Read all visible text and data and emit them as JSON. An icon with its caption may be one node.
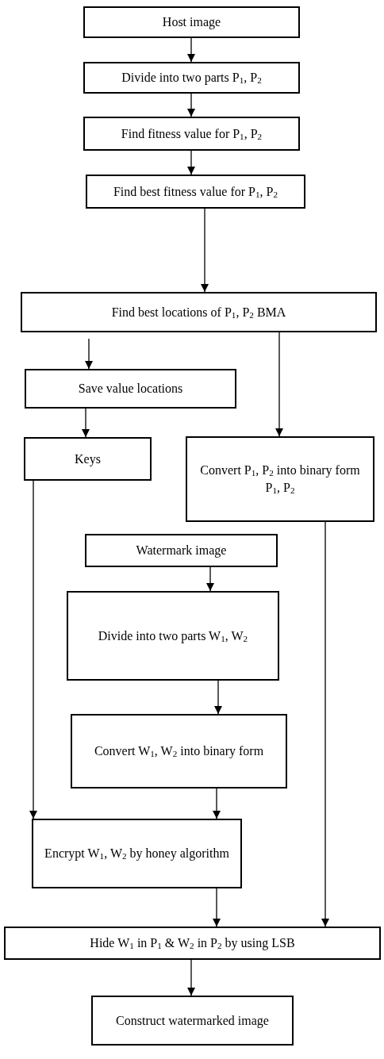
{
  "diagram": {
    "nodes": [
      {
        "text": [
          "Host image"
        ]
      },
      {
        "text": [
          "Divide into two parts P$_{1}$, P$_{2}$"
        ]
      },
      {
        "text": [
          "Find fitness value for P$_{1}$, P$_{2}$"
        ]
      },
      {
        "text": [
          "Find best fitness value for P$_{1}$, P$_{2}$"
        ]
      },
      {
        "text": [
          "Find best locations of P$_{1}$, P$_{2}$  BMA"
        ]
      },
      {
        "text": [
          "Save value locations"
        ]
      },
      {
        "text": [
          "Keys"
        ]
      },
      {
        "text": [
          "Convert P$_{1}$, P$_{2}$ into binary form P$_{1}$, P$_{2}$"
        ]
      },
      {
        "text": [
          "Watermark image"
        ]
      },
      {
        "text": [
          "Divide into two parts W$_{1}$, W$_{2}$"
        ]
      },
      {
        "text": [
          "Convert W$_{1}$, W$_{2}$ into binary form"
        ]
      },
      {
        "text": [
          "Encrypt W$_{1}$, W$_{2}$ by honey algorithm"
        ]
      },
      {
        "text": [
          "Hide W$_{1}$ in P$_{1}$ & W$_{2}$ in P$_{2}$ by using LSB"
        ]
      },
      {
        "text": [
          "Construct watermarked image"
        ]
      }
    ],
    "edges": [
      {
        "from": 0,
        "to": 1,
        "arrow": "to"
      },
      {
        "from": 1,
        "to": 2,
        "arrow": "to"
      },
      {
        "from": 2,
        "to": 3,
        "arrow": "to"
      },
      {
        "from": 3,
        "to": 4,
        "arrow": "to"
      },
      {
        "from": 4,
        "to": 5,
        "arrow": "to"
      },
      {
        "from": 4,
        "to": 7,
        "arrow": "to"
      },
      {
        "from": 5,
        "to": 6,
        "arrow": "to"
      },
      {
        "from": 6,
        "to": 11,
        "arrow": "to"
      },
      {
        "from": 7,
        "to": 12,
        "arrow": "to"
      },
      {
        "from": 8,
        "to": 9,
        "arrow": "to"
      },
      {
        "from": 9,
        "to": 10,
        "arrow": "to"
      },
      {
        "from": 10,
        "to": 11,
        "arrow": "to"
      },
      {
        "from": 11,
        "to": 12,
        "arrow": "to"
      },
      {
        "from": 12,
        "to": 13,
        "arrow": "to"
      }
    ]
  }
}
